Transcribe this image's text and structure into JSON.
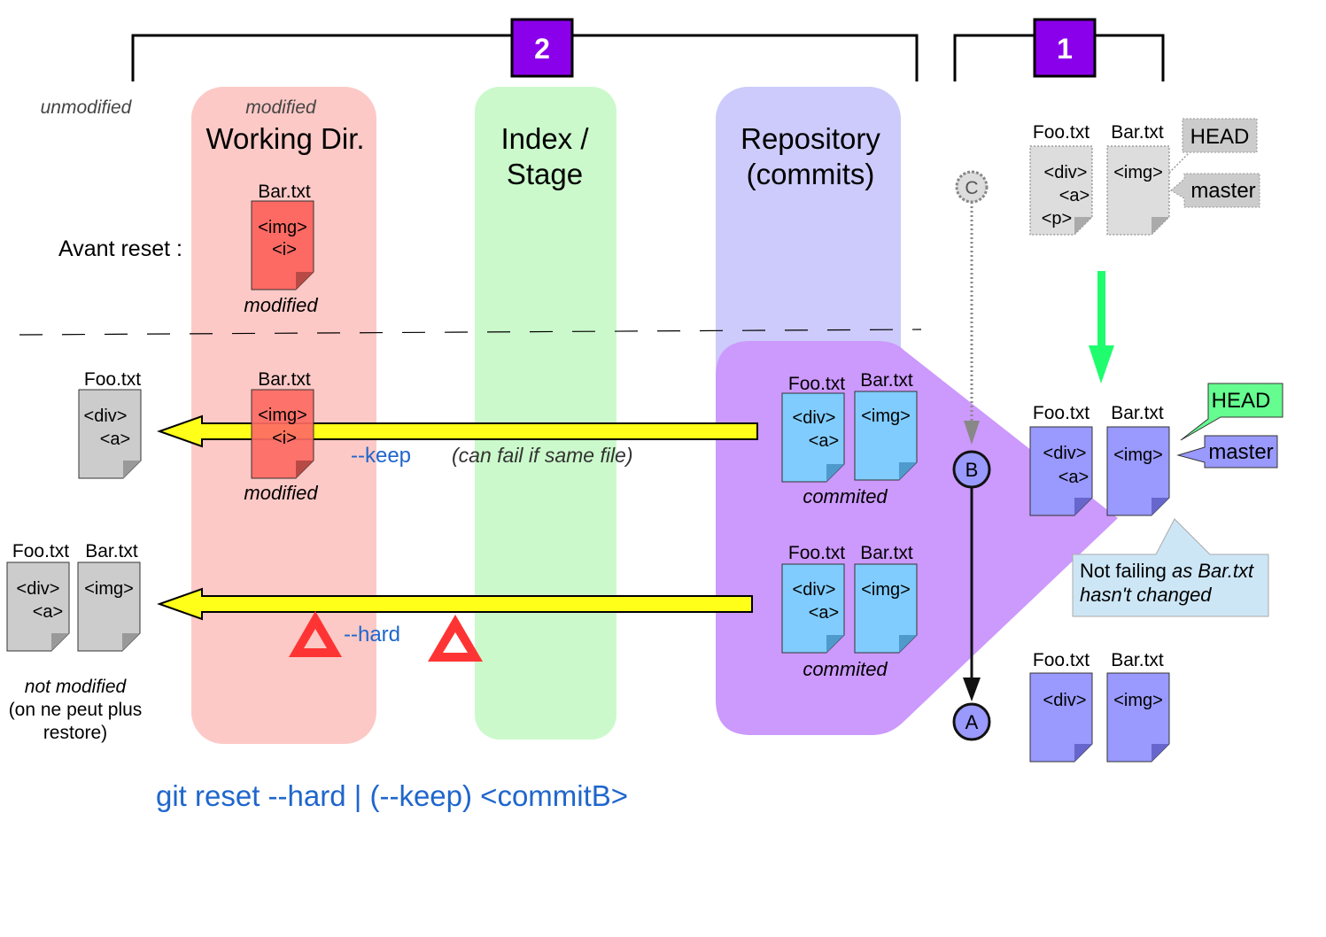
{
  "brackets": {
    "left_badge": "2",
    "right_badge": "1",
    "badge_color": "#8b00ea"
  },
  "states": {
    "unmodified": "unmodified",
    "modified": "modified",
    "not_modified": "not modified",
    "restore_note_1": "(on ne peut plus",
    "restore_note_2": "restore)"
  },
  "columns": {
    "working_dir": {
      "label": "Working Dir.",
      "color": "#fcc9c6"
    },
    "index_line1": "Index /",
    "index_line2": "Stage",
    "index_color": "#cbf9cb",
    "repo_line1": "Repository",
    "repo_line2": "(commits)",
    "repo_color": "#cccbfb"
  },
  "avant_reset": "Avant reset :",
  "files": {
    "foo": "Foo.txt",
    "bar": "Bar.txt",
    "div": "<div>",
    "a": "<a>",
    "p": "<p>",
    "img": "<img>",
    "i": "<i>"
  },
  "labels": {
    "commited": "commited",
    "keep_flag": "--keep",
    "keep_note": "(can fail if same file)",
    "hard_flag": "--hard",
    "head": "HEAD",
    "master": "master",
    "not_failing_1a": "Not failing ",
    "not_failing_1b": "as Bar.txt",
    "not_failing_2": "hasn't changed"
  },
  "commits": {
    "c": "C",
    "b": "B",
    "a": "A"
  },
  "command": "git reset --hard | (--keep) <commitB>",
  "colors": {
    "red_doc": "#fd6a63",
    "gray_doc": "#cccccc",
    "light_gray_doc": "#dddddd",
    "blue_doc": "#80ccfe",
    "purple_doc": "#9999fe",
    "purple_zone": "#cc99fd",
    "arrow_yellow": "#ffff19",
    "green_arrow": "#1ffd6e",
    "head_green": "#65fd90",
    "warning_red": "#fe3434",
    "command_blue": "#1f66cc",
    "callout_blue": "#cde6f6"
  }
}
